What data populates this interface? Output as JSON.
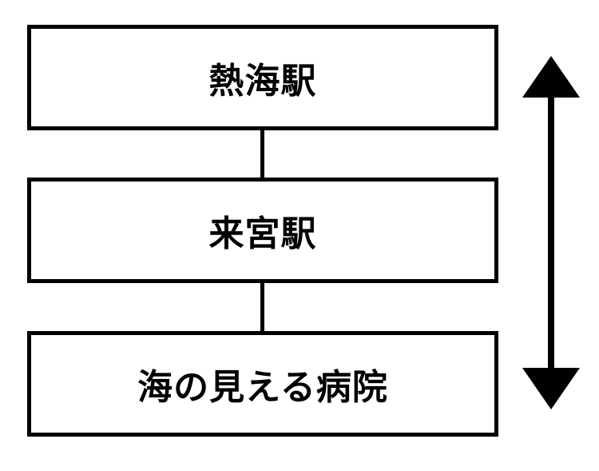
{
  "diagram": {
    "stops": [
      {
        "label": "熱海駅"
      },
      {
        "label": "来宮駅"
      },
      {
        "label": "海の見える病院"
      }
    ],
    "colors": {
      "stroke": "#000000",
      "background": "#ffffff"
    },
    "arrow": {
      "icon": "double-headed-vertical-arrow"
    }
  }
}
